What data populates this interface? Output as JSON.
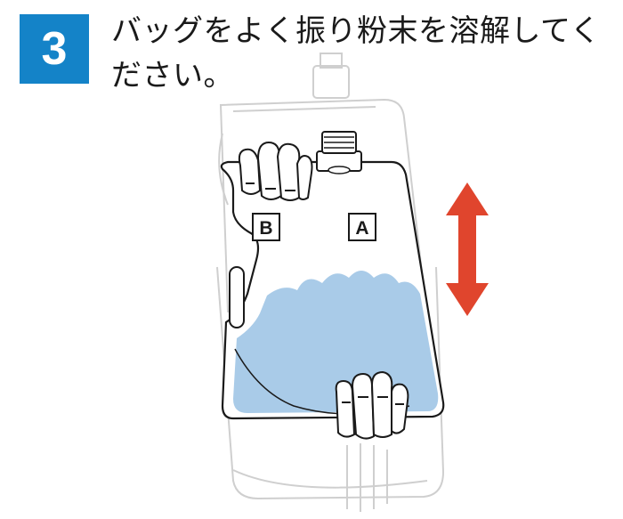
{
  "step": {
    "number": "3",
    "color": "#1483c8"
  },
  "instruction": {
    "text": "バッグをよく振り粉末を溶解してください。"
  },
  "bag": {
    "chamber_left_label": "B",
    "chamber_right_label": "A",
    "liquid_color": "#a9cbe8",
    "outline_color": "#1a1a1a",
    "ghost_color": "#cfcfcf"
  },
  "arrow": {
    "meaning": "shake-up-and-down",
    "color": "#e0452d",
    "icon": "double-vertical-arrow-icon"
  }
}
